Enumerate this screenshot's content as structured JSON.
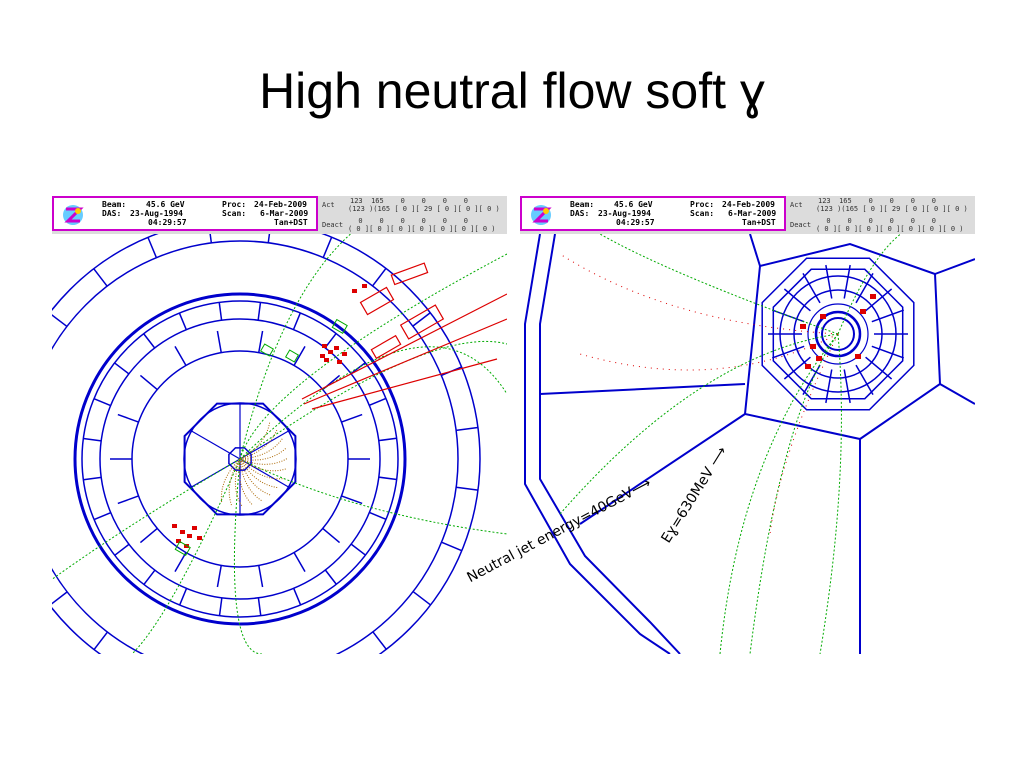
{
  "slide": {
    "title": "High neutral flow soft ɣ"
  },
  "event_header": {
    "beam_label": "Beam:",
    "beam_value": "45.6 GeV",
    "das_label": "DAS:",
    "das_value": "23-Aug-1994",
    "time": "04:29:57",
    "proc_label": "Proc:",
    "proc_value": "24-Feb-2009",
    "scan_label": "Scan:",
    "scan_value": "6-Mar-2009",
    "tag": "Tan+DST",
    "act_label": "Act",
    "act_row1": "123  165    0    0    0    0",
    "act_row2": "(123 )(165 [ 0 ][ 29 [ 0 ][ 0 ][ 0 )",
    "deact_label": "Deact",
    "deact_row1": "  0    0    0    0    0    0",
    "deact_row2": "( 0 ][ 0 ][ 0 ][ 0 ][ 0 ][ 0 ][ 0 )"
  },
  "annotations": {
    "neutral_jet": "Neutral jet energy=40GeV⟶",
    "photon": "Eɣ=630MeV ⟶"
  },
  "colors": {
    "detector": "#0000cc",
    "track": "#00aa00",
    "cluster": "#dd0000",
    "frame": "#cc00cc",
    "header_bg": "#dcdcdc"
  }
}
